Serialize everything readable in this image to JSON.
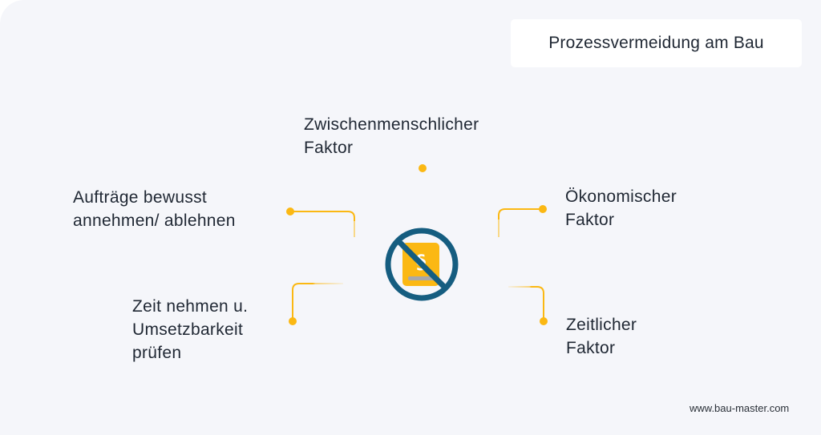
{
  "title": "Prozessvermeidung am Bau",
  "center_icon": {
    "name": "no-law-book-icon",
    "glyph": "§",
    "book_color": "#fbb813",
    "prohibition_color": "#155d80"
  },
  "accent_color": "#fbb813",
  "factors": [
    {
      "id": "zwischenmenschlich",
      "label": "Zwischenmenschlicher\nFaktor"
    },
    {
      "id": "oekonomisch",
      "label": "Ökonomischer\nFaktor"
    },
    {
      "id": "zeitlich",
      "label": "Zeitlicher\nFaktor"
    },
    {
      "id": "zeit-nehmen",
      "label": "Zeit nehmen u.\nUmsetzbarkeit\nprüfen"
    },
    {
      "id": "auftraege",
      "label": "Aufträge bewusst\nannehmen/ ablehnen"
    }
  ],
  "footer": "www.bau-master.com"
}
